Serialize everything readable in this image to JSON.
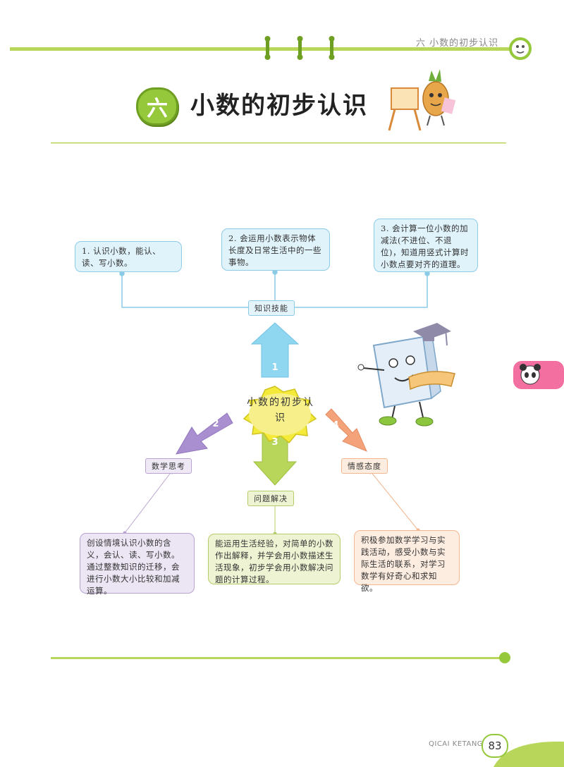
{
  "header": {
    "chapter_label": "六 小数的初步认识"
  },
  "chapter": {
    "number": "六",
    "title": "小数的初步认识"
  },
  "center": {
    "text": "小数的初步认识"
  },
  "branches": {
    "knowledge": {
      "number": "1",
      "label": "知识技能",
      "items": [
        "1. 认识小数，能认、读、写小数。",
        "2. 会运用小数表示物体长度及日常生活中的一些事物。",
        "3. 会计算一位小数的加减法(不进位、不退位)，知道用竖式计算时小数点要对齐的道理。"
      ]
    },
    "thinking": {
      "number": "2",
      "label": "数学思考",
      "text": "创设情境认识小数的含义，会认、读、写小数。通过整数知识的迁移，会进行小数大小比较和加减运算。"
    },
    "problem": {
      "number": "3",
      "label": "问题解决",
      "text": "能运用生活经验，对简单的小数作出解释，并学会用小数描述生活现象，初步学会用小数解决问题的计算过程。"
    },
    "attitude": {
      "number": "4",
      "label": "情感态度",
      "text": "积极参加数学学习与实践活动，感受小数与实际生活的联系，对学习数学有好奇心和求知欲。"
    }
  },
  "footer": {
    "brand": "QICAI KETANG",
    "page": "83"
  },
  "colors": {
    "green": "#95c83a",
    "blue": "#8ccbe6",
    "purple": "#a98fd0",
    "lime": "#b7d65a",
    "orange": "#f4a27a"
  }
}
